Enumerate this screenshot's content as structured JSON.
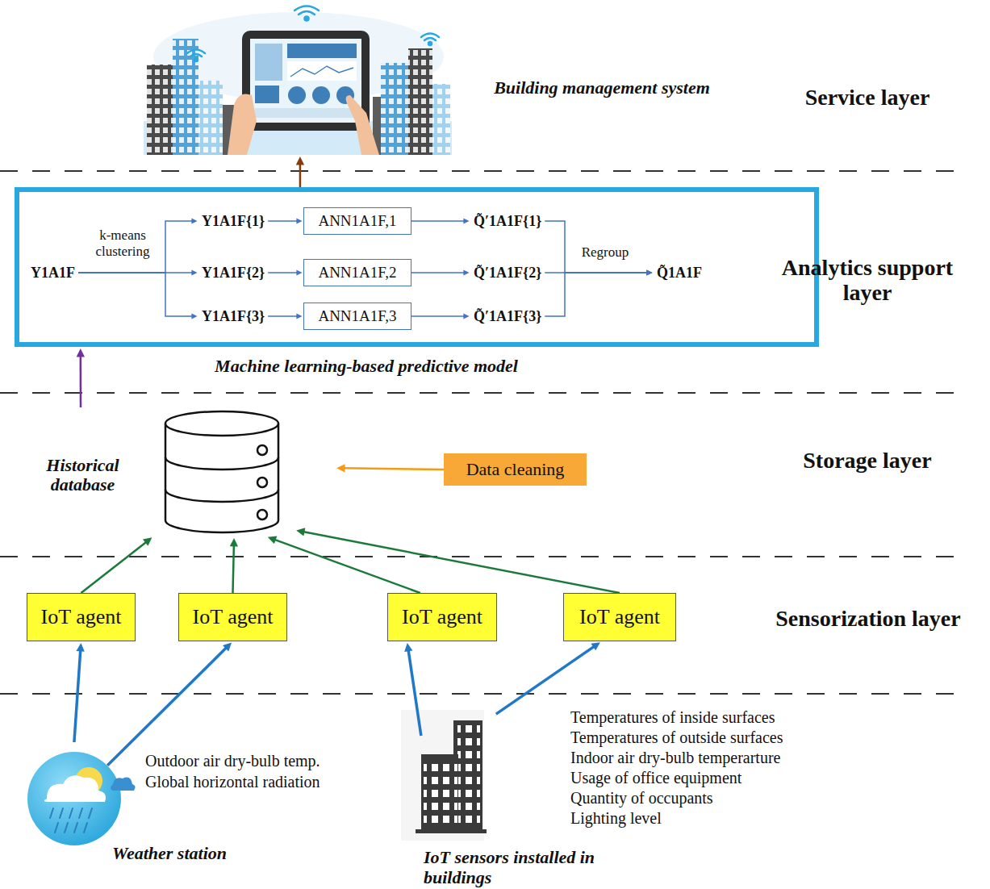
{
  "diagram": {
    "nodes": [
      {
        "text": [
          "Building management system"
        ]
      },
      {
        "text": [
          "Machine learning-based predictive model"
        ]
      },
      {
        "text": [
          "Y1A1F"
        ],
        "in": 1
      },
      {
        "text": [
          "Y1A1F{1}"
        ],
        "in": 1
      },
      {
        "text": [
          "Y1A1F{2}"
        ],
        "in": 1
      },
      {
        "text": [
          "Y1A1F{3}"
        ],
        "in": 1
      },
      {
        "text": [
          "ANN1A1F,1"
        ],
        "in": 1
      },
      {
        "text": [
          "ANN1A1F,2"
        ],
        "in": 1
      },
      {
        "text": [
          "ANN1A1F,3"
        ],
        "in": 1
      },
      {
        "text": [
          "Q̃′1A1F{1}"
        ],
        "in": 1
      },
      {
        "text": [
          "Q̃′1A1F{2}"
        ],
        "in": 1
      },
      {
        "text": [
          "Q̃′1A1F{3}"
        ],
        "in": 1
      },
      {
        "text": [
          "Q̃1A1F"
        ],
        "in": 1
      },
      {
        "text": [
          "Historical database"
        ]
      },
      {
        "text": [
          "Data cleaning"
        ]
      },
      {
        "text": [
          "IoT agent"
        ]
      },
      {
        "text": [
          "IoT agent"
        ]
      },
      {
        "text": [
          "IoT agent"
        ]
      },
      {
        "text": [
          "IoT agent"
        ]
      },
      {
        "text": [
          "Outdoor air dry-bulb temp.",
          "Global horizontal radiation",
          "Weather station"
        ]
      },
      {
        "text": [
          "Temperatures of inside surfaces",
          "Temperatures of outside surfaces",
          "Indoor air dry-bulb temperarture",
          "Usage of office equipment",
          "Quantity of occupants",
          "Lighting level",
          "IoT sensors installed in buildings"
        ]
      }
    ],
    "edges": [
      {
        "from": 1,
        "to": 0,
        "arrow": "to"
      },
      {
        "from": 13,
        "to": 1,
        "arrow": "to"
      },
      {
        "from": 14,
        "to": 13,
        "arrow": "to"
      },
      {
        "from": 15,
        "to": 13,
        "arrow": "to"
      },
      {
        "from": 16,
        "to": 13,
        "arrow": "to"
      },
      {
        "from": 17,
        "to": 13,
        "arrow": "to"
      },
      {
        "from": 18,
        "to": 13,
        "arrow": "to"
      },
      {
        "from": 19,
        "to": 15,
        "arrow": "to"
      },
      {
        "from": 19,
        "to": 16,
        "arrow": "to"
      },
      {
        "from": 20,
        "to": 17,
        "arrow": "to"
      },
      {
        "from": 20,
        "to": 18,
        "arrow": "to"
      },
      {
        "from": 2,
        "to": 3,
        "arrow": "to"
      },
      {
        "from": 2,
        "to": 4,
        "label": "k-means clustering",
        "arrow": "to"
      },
      {
        "from": 2,
        "to": 5,
        "arrow": "to"
      },
      {
        "from": 3,
        "to": 6,
        "arrow": "to"
      },
      {
        "from": 4,
        "to": 7,
        "arrow": "to"
      },
      {
        "from": 5,
        "to": 8,
        "arrow": "to"
      },
      {
        "from": 6,
        "to": 9,
        "arrow": "to"
      },
      {
        "from": 7,
        "to": 10,
        "arrow": "to"
      },
      {
        "from": 8,
        "to": 11,
        "arrow": "to"
      },
      {
        "from": 9,
        "to": 12,
        "arrow": "to"
      },
      {
        "from": 10,
        "to": 12,
        "label": "Regroup",
        "arrow": "to"
      },
      {
        "from": 11,
        "to": 12,
        "arrow": "to"
      }
    ],
    "labels": [
      "Service layer",
      "Analytics support layer",
      "Storage layer",
      "Sensorization layer"
    ]
  }
}
